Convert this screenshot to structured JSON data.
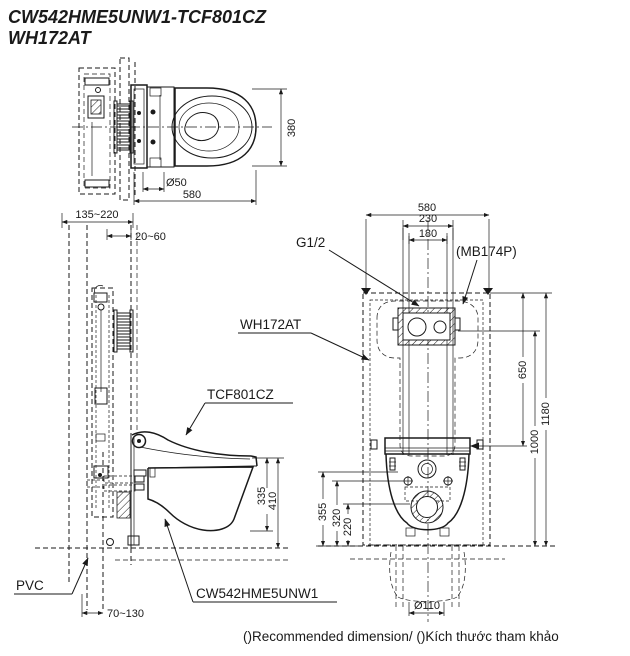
{
  "title": {
    "line1": "CW542HME5UNW1-TCF801CZ",
    "line2": "WH172AT"
  },
  "footer": {
    "note": "()Recommended dimension/ ()Kích thước tham khảo"
  },
  "colors": {
    "ink": "#1a1a1a",
    "bg": "#ffffff"
  },
  "top_view": {
    "dim_depth": "380",
    "dim_hinge": "Ø50",
    "dim_width": "580"
  },
  "side_view": {
    "dim_wall_range": "135~220",
    "dim_gap_range": "20~60",
    "dim_rim_height": "335",
    "dim_seat_height": "410",
    "dim_drain_range": "70~130",
    "label_seat_unit": "TCF801CZ",
    "label_bowl": "CW542HME5UNW1",
    "label_pipe": "PVC"
  },
  "front_view": {
    "dim_frame_width": "580",
    "dim_bolt_span": "230",
    "dim_pipe_span": "180",
    "dim_tank_drop": "650",
    "dim_inlet_height": "1000",
    "dim_frame_height": "1180",
    "dim_fix_height": "355",
    "dim_supply_height": "320",
    "dim_drain_height": "220",
    "dim_drain_dia": "Ø110",
    "label_inlet": "G1/2",
    "label_panel": "(MB174P)",
    "label_tank": "WH172AT"
  }
}
